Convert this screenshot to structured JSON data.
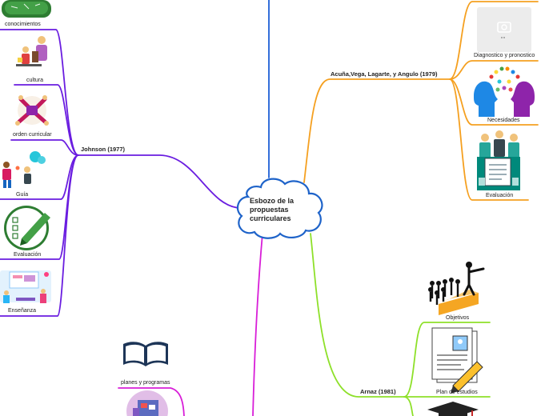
{
  "central_topic": "Esbozo de la\npropuestas\ncurriculares",
  "colors": {
    "top_branch": "#1e5fd6",
    "left_branch": "#6a1de0",
    "right_top_branch": "#f5a020",
    "right_bottom_branch": "#8ee02a",
    "bottom_branch": "#d81ed8",
    "cloud_border": "#1e63c9"
  },
  "left_branch": {
    "label": "Johnson (1977)",
    "items": [
      {
        "label": "conocimientos",
        "icon": "chalkboard-icon"
      },
      {
        "label": "cultura",
        "icon": "people-reading-icon"
      },
      {
        "label": "orden curricular",
        "icon": "team-hands-icon"
      },
      {
        "label": "Guía",
        "icon": "guide-people-icon"
      },
      {
        "label": "Evaluación",
        "icon": "checklist-pencil-icon"
      },
      {
        "label": "Enseñanza",
        "icon": "classroom-screen-icon"
      }
    ]
  },
  "right_top_branch": {
    "label": "Acuña,Vega, Lagarte, y Angulo (1979)",
    "items": [
      {
        "label": "Diagnostico y pronostico",
        "icon": "camera-placeholder-icon"
      },
      {
        "label": "Necesidades",
        "icon": "two-heads-ideas-icon"
      },
      {
        "label": "Evaluación",
        "icon": "evaluators-clipboard-icon"
      }
    ]
  },
  "right_bottom_branch": {
    "label": "Arnaz (1981)",
    "items": [
      {
        "label": "Objetivos",
        "icon": "leader-pointing-icon"
      },
      {
        "label": "Plan de estudios",
        "icon": "documents-pencil-icon"
      },
      {
        "label": "",
        "icon": "graduation-cap-icon"
      }
    ]
  },
  "bottom_branch": {
    "label": "",
    "items": [
      {
        "label": "planes y programas",
        "icon": "open-book-icon"
      },
      {
        "label": "",
        "icon": "books-circle-icon"
      }
    ]
  }
}
